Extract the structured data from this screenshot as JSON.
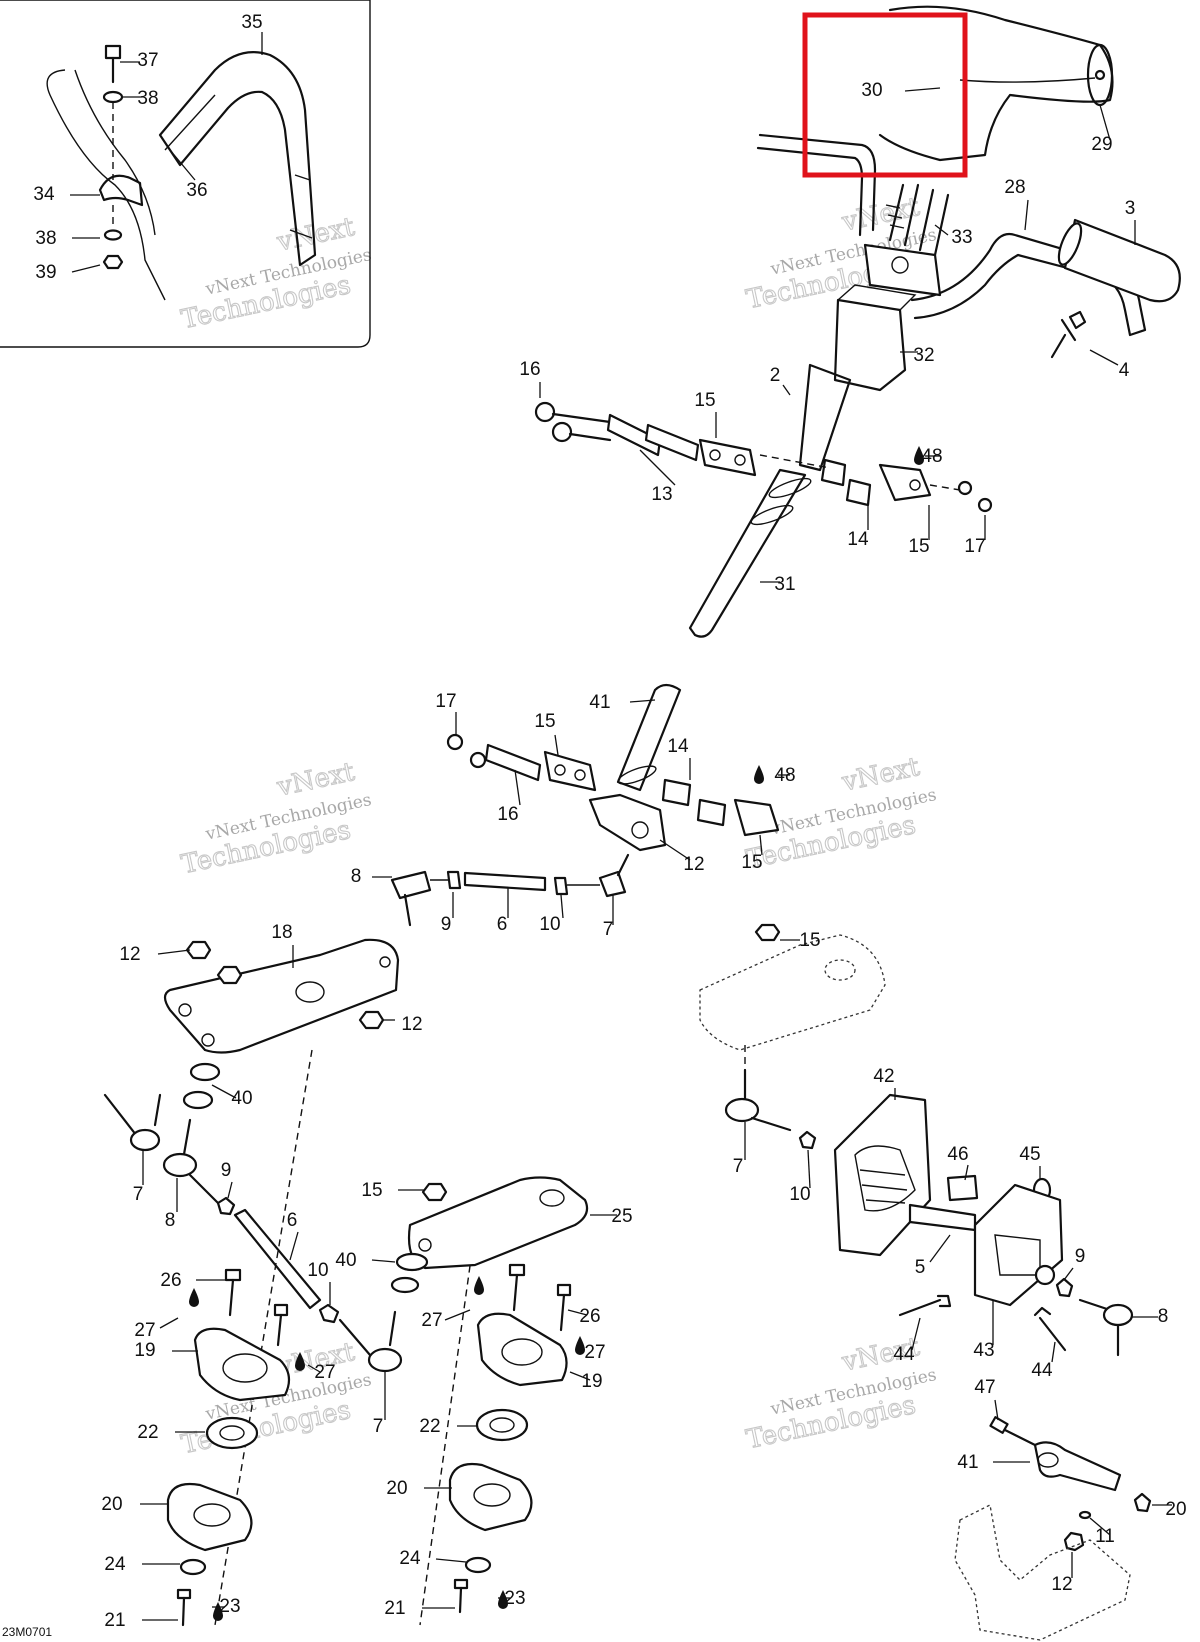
{
  "diagram": {
    "drawing_code": "23M0701",
    "watermark": {
      "line1": "vNext",
      "line2": "vNext Technologies",
      "line3": "Technologies"
    },
    "highlight_color": "#e0121b",
    "oil_drop_color": "#111111",
    "callouts": [
      {
        "id": "c1",
        "text": "35"
      },
      {
        "id": "c2",
        "text": "37"
      },
      {
        "id": "c3",
        "text": "38"
      },
      {
        "id": "c4",
        "text": "34"
      },
      {
        "id": "c5",
        "text": "36"
      },
      {
        "id": "c6",
        "text": "38"
      },
      {
        "id": "c7",
        "text": "39"
      },
      {
        "id": "c8",
        "text": "30"
      },
      {
        "id": "c9",
        "text": "29"
      },
      {
        "id": "c10",
        "text": "28"
      },
      {
        "id": "c11",
        "text": "3"
      },
      {
        "id": "c12",
        "text": "33"
      },
      {
        "id": "c13",
        "text": "32"
      },
      {
        "id": "c14",
        "text": "4"
      },
      {
        "id": "c15",
        "text": "16"
      },
      {
        "id": "c16",
        "text": "2"
      },
      {
        "id": "c17",
        "text": "15"
      },
      {
        "id": "c18",
        "text": "48"
      },
      {
        "id": "c19",
        "text": "13"
      },
      {
        "id": "c20",
        "text": "14"
      },
      {
        "id": "c21",
        "text": "15"
      },
      {
        "id": "c22",
        "text": "17"
      },
      {
        "id": "c23",
        "text": "31"
      },
      {
        "id": "c24",
        "text": "17"
      },
      {
        "id": "c25",
        "text": "41"
      },
      {
        "id": "c26",
        "text": "15"
      },
      {
        "id": "c27",
        "text": "14"
      },
      {
        "id": "c28",
        "text": "48"
      },
      {
        "id": "c29",
        "text": "16"
      },
      {
        "id": "c30",
        "text": "12"
      },
      {
        "id": "c31",
        "text": "15"
      },
      {
        "id": "c32",
        "text": "8"
      },
      {
        "id": "c33",
        "text": "9"
      },
      {
        "id": "c34",
        "text": "6"
      },
      {
        "id": "c35",
        "text": "10"
      },
      {
        "id": "c36",
        "text": "7"
      },
      {
        "id": "c37",
        "text": "18"
      },
      {
        "id": "c38",
        "text": "12"
      },
      {
        "id": "c39",
        "text": "12"
      },
      {
        "id": "c40",
        "text": "15"
      },
      {
        "id": "c41",
        "text": "40"
      },
      {
        "id": "c42",
        "text": "42"
      },
      {
        "id": "c43",
        "text": "7"
      },
      {
        "id": "c44",
        "text": "7"
      },
      {
        "id": "c45",
        "text": "8"
      },
      {
        "id": "c46",
        "text": "9"
      },
      {
        "id": "c47",
        "text": "6"
      },
      {
        "id": "c48",
        "text": "46"
      },
      {
        "id": "c49",
        "text": "45"
      },
      {
        "id": "c50",
        "text": "10"
      },
      {
        "id": "c51",
        "text": "15"
      },
      {
        "id": "c52",
        "text": "25"
      },
      {
        "id": "c53",
        "text": "40"
      },
      {
        "id": "c54",
        "text": "10"
      },
      {
        "id": "c55",
        "text": "5"
      },
      {
        "id": "c56",
        "text": "9"
      },
      {
        "id": "c57",
        "text": "8"
      },
      {
        "id": "c58",
        "text": "26"
      },
      {
        "id": "c59",
        "text": "27"
      },
      {
        "id": "c60",
        "text": "19"
      },
      {
        "id": "c61",
        "text": "27"
      },
      {
        "id": "c62",
        "text": "27"
      },
      {
        "id": "c63",
        "text": "26"
      },
      {
        "id": "c64",
        "text": "27"
      },
      {
        "id": "c65",
        "text": "19"
      },
      {
        "id": "c66",
        "text": "44"
      },
      {
        "id": "c67",
        "text": "43"
      },
      {
        "id": "c68",
        "text": "44"
      },
      {
        "id": "c69",
        "text": "7"
      },
      {
        "id": "c70",
        "text": "22"
      },
      {
        "id": "c71",
        "text": "22"
      },
      {
        "id": "c72",
        "text": "47"
      },
      {
        "id": "c73",
        "text": "41"
      },
      {
        "id": "c74",
        "text": "20"
      },
      {
        "id": "c75",
        "text": "20"
      },
      {
        "id": "c76",
        "text": "20"
      },
      {
        "id": "c77",
        "text": "11"
      },
      {
        "id": "c78",
        "text": "24"
      },
      {
        "id": "c79",
        "text": "24"
      },
      {
        "id": "c80",
        "text": "12"
      },
      {
        "id": "c81",
        "text": "21"
      },
      {
        "id": "c82",
        "text": "23"
      },
      {
        "id": "c83",
        "text": "21"
      },
      {
        "id": "c84",
        "text": "23"
      }
    ]
  }
}
